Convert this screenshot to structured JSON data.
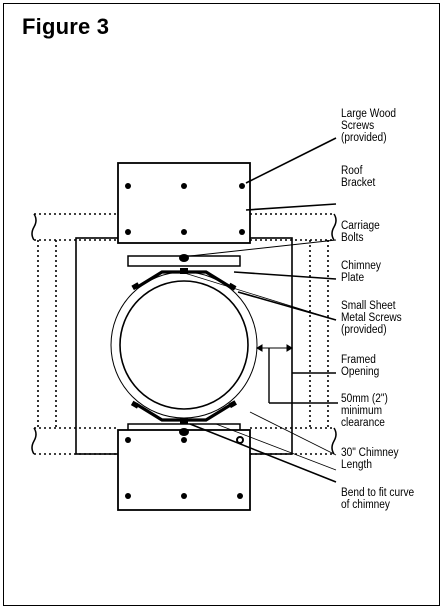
{
  "figure": {
    "title": "Figure 3"
  },
  "labels": {
    "large_wood_screws": "Large Wood\nScrews\n(provided)",
    "roof_bracket": "Roof\nBracket",
    "carriage_bolts": "Carriage\nBolts",
    "chimney_plate": "Chimney\nPlate",
    "small_sheet_metal_screws": "Small Sheet\nMetal Screws\n(provided)",
    "framed_opening": "Framed\nOpening",
    "clearance": "50mm (2\")\nminimum\nclearance",
    "chimney_length": "30\" Chimney\nLength",
    "bend_to_fit": "Bend to fit curve\nof chimney"
  },
  "colors": {
    "line": "#000000",
    "background": "#ffffff"
  }
}
